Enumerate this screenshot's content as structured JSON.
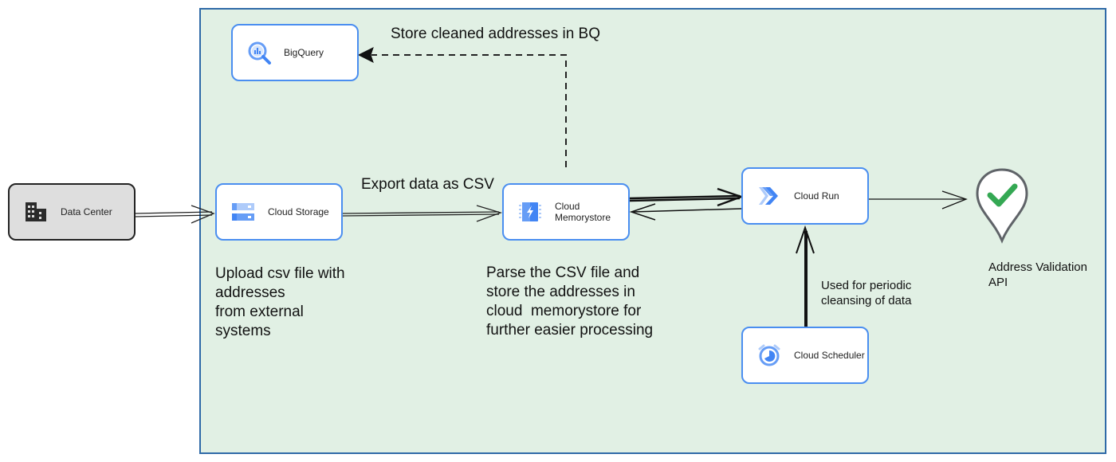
{
  "nodes": {
    "data_center": "Data Center",
    "cloud_storage": "Cloud Storage",
    "cloud_memorystore": [
      "Cloud",
      "Memorystore"
    ],
    "bigquery": "BigQuery",
    "cloud_run": "Cloud Run",
    "cloud_scheduler": "Cloud Scheduler",
    "address_validation_api": [
      "Address Validation",
      "API"
    ]
  },
  "labels": {
    "store_in_bq": "Store cleaned addresses in BQ",
    "export_csv": "Export data as CSV",
    "upload_note": [
      "Upload csv file with",
      "addresses",
      "from external",
      "systems"
    ],
    "parse_note": [
      "Parse the CSV file and",
      "store the addresses in",
      "cloud  memorystore for",
      "further easier processing"
    ],
    "scheduler_note": [
      "Used for periodic",
      "cleansing of data"
    ]
  },
  "icons": {
    "data_center": "building-icon",
    "cloud_storage": "cloud-storage-icon",
    "cloud_memorystore": "memorystore-icon",
    "bigquery": "bigquery-icon",
    "cloud_run": "cloud-run-icon",
    "cloud_scheduler": "scheduler-icon",
    "address_validation_api": "map-pin-check-icon"
  },
  "colors": {
    "region_fill": "#e1f0e4",
    "region_border": "#2f6aa7",
    "node_border": "#4a8ef0",
    "gcp_blue": "#4a8ef0",
    "check_green": "#34a853"
  }
}
